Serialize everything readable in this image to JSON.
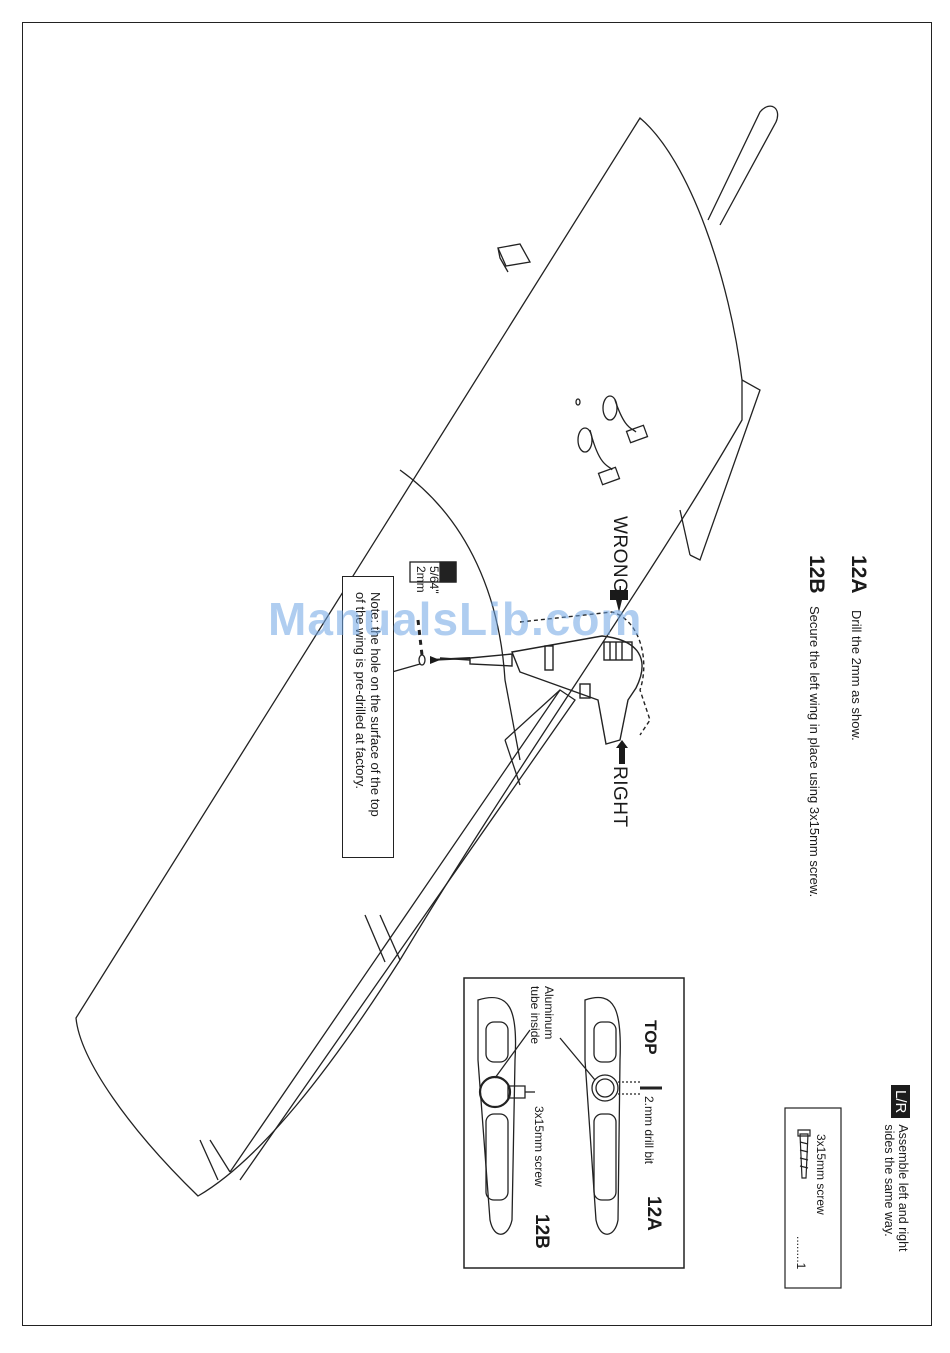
{
  "steps": {
    "step12a": {
      "label": "12A",
      "text": "Drill the 2mm as show."
    },
    "step12b": {
      "label": "12B",
      "text": "Secure the left wing in place using 3x15mm screw."
    }
  },
  "callouts": {
    "wrong": "WRONG",
    "right": "RIGHT"
  },
  "drill_bit": {
    "imperial": "5/64\"",
    "metric": "2mm"
  },
  "note": {
    "line1": "Note: the hole on the surface of the top",
    "line2": "of the wing is pre-drilled at factory."
  },
  "lr_notice": {
    "badge": "L/R",
    "line1": "Assemble left and right",
    "line2": "sides the same way."
  },
  "parts_box": {
    "item": "3x15mm screw",
    "qty": "........1"
  },
  "detail": {
    "top_label": "TOP",
    "drill_bit": "2.mm drill bit",
    "label_12a": "12A",
    "tube_line1": "Aluminum",
    "tube_line2": "tube inside",
    "screw": "3x15mm screw",
    "label_12b": "12B"
  },
  "watermark": "ManualsLib.com"
}
